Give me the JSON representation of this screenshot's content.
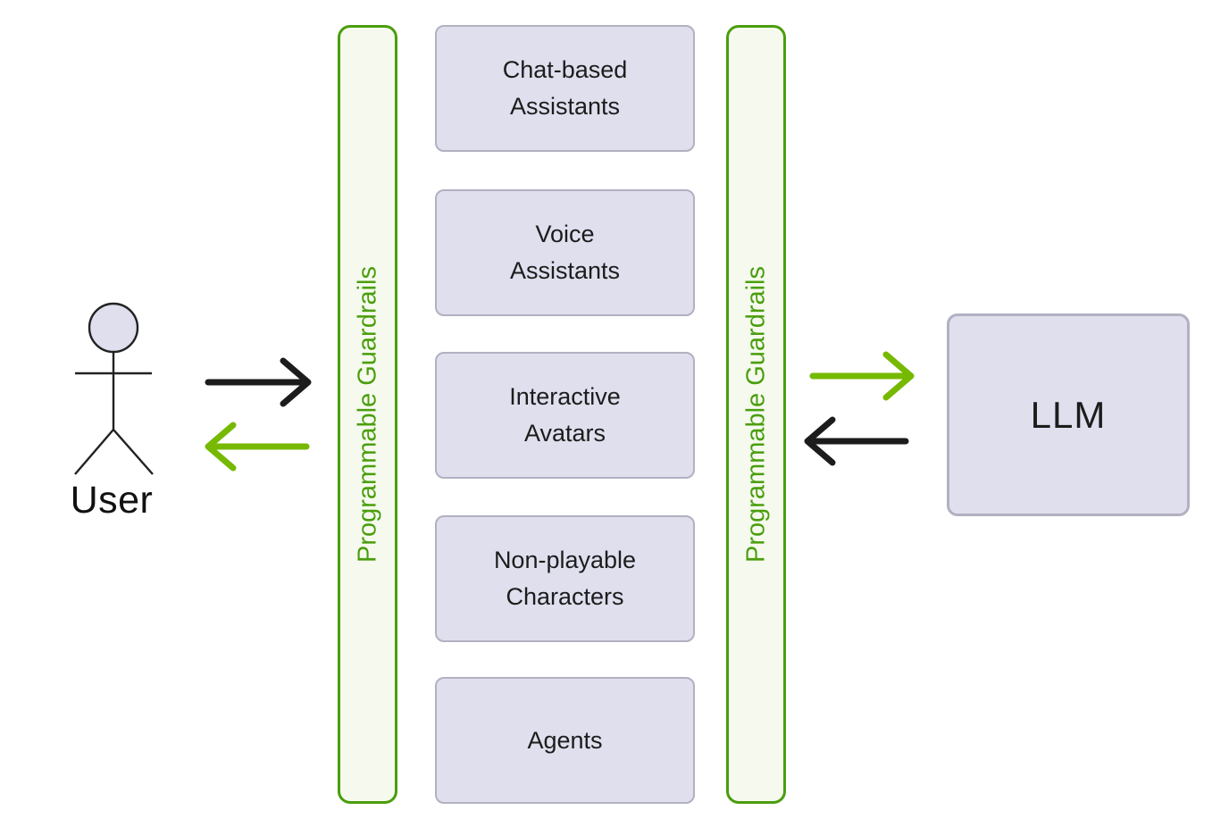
{
  "diagram": {
    "user": {
      "label": "User"
    },
    "guardrails_left": {
      "label": "Programmable Guardrails"
    },
    "guardrails_right": {
      "label": "Programmable Guardrails"
    },
    "applications": [
      {
        "label": "Chat-based\nAssistants"
      },
      {
        "label": "Voice\nAssistants"
      },
      {
        "label": "Interactive\nAvatars"
      },
      {
        "label": "Non-playable\nCharacters"
      },
      {
        "label": "Agents"
      }
    ],
    "llm": {
      "label": "LLM"
    },
    "arrows": [
      {
        "name": "user-to-guardrails",
        "direction": "right",
        "color": "#1c1c1c"
      },
      {
        "name": "guardrails-to-user",
        "direction": "left",
        "color": "#76b900"
      },
      {
        "name": "guardrails-to-llm",
        "direction": "right",
        "color": "#76b900"
      },
      {
        "name": "llm-to-guardrails",
        "direction": "left",
        "color": "#1c1c1c"
      }
    ],
    "colors": {
      "guardrail_green": "#4a9e0d",
      "arrow_green": "#76b900",
      "arrow_black": "#1c1c1c",
      "bar_fill": "#f6faee",
      "box_fill": "#dfdfee",
      "box_border": "#b1b1c2"
    }
  }
}
